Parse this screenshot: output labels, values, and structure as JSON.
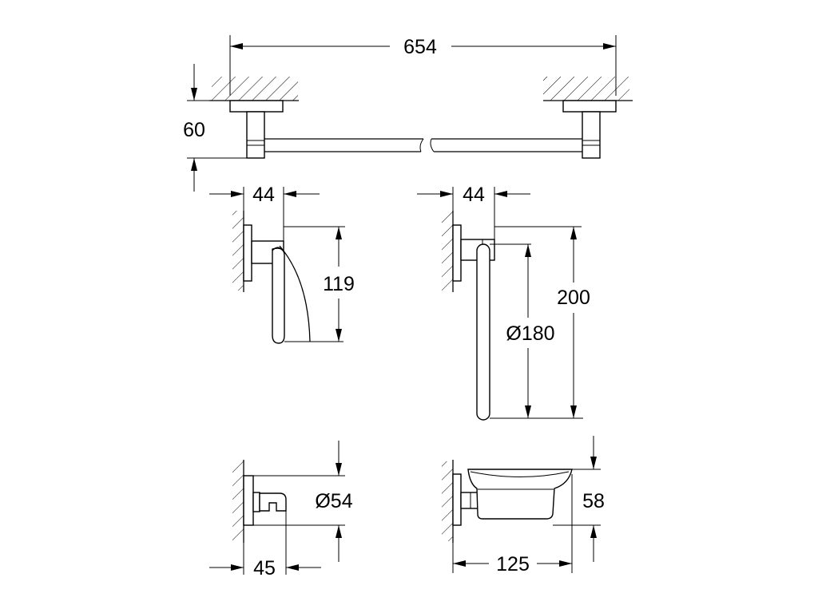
{
  "dimensions": {
    "towel_bar_length": "654",
    "towel_bar_projection": "60",
    "towel_ring_projection": "44",
    "towel_ring_height": "119",
    "towel_holder_projection": "44",
    "towel_holder_height": "200",
    "towel_holder_diameter": "Ø180",
    "hook_diameter": "Ø54",
    "hook_projection": "45",
    "soap_dish_height": "58",
    "soap_dish_projection": "125"
  }
}
